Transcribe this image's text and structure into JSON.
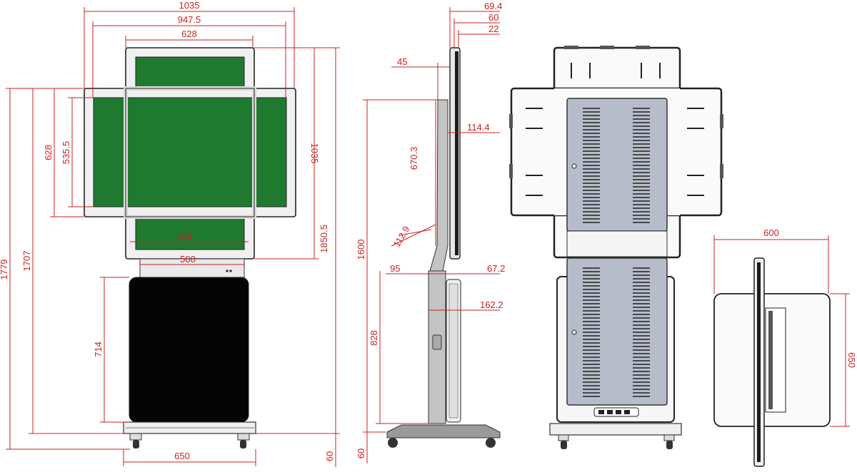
{
  "colors": {
    "dimension": "#cc2222",
    "screen": "#1f7a30",
    "outline": "#222222",
    "body_black": "#050505",
    "panel_grey": "#b7bccb",
    "post_grey": "#c4c4c4"
  },
  "front_view": {
    "overall_width": "1035",
    "width_947": "947.5",
    "portrait_screen_width": "628",
    "landscape_screen_height": "628",
    "inner_height": "535.5",
    "landscape_panel_height": "1035",
    "total_height_1779": "1779",
    "total_height_1707": "1707",
    "total_height_1850": "1850.5",
    "width_569": "569",
    "width_500": "500",
    "cabinet_height": "714",
    "base_width": "650",
    "base_height": "60"
  },
  "side_view": {
    "depth_69": "69.4",
    "depth_60": "60",
    "depth_22": "22",
    "offset_45": "45",
    "offset_114": "114.4",
    "height_670": "670.3",
    "angle_112": "112.9",
    "height_1600": "1600",
    "offset_95": "95",
    "depth_67": "67.2",
    "depth_162": "162.2",
    "height_828": "828",
    "base_60": "60"
  },
  "top_view": {
    "depth_600": "600",
    "width_650": "650"
  },
  "icons": [
    "caster-wheel-icon",
    "door-lock-icon",
    "ports-panel-icon"
  ]
}
